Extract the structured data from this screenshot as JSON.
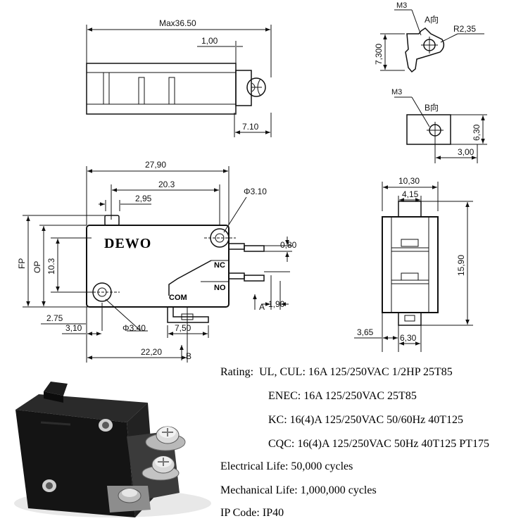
{
  "top_view": {
    "max_length": "Max36.50",
    "lever_offset": "1,00",
    "roller_width": "7.10"
  },
  "view_a": {
    "thread": "M3",
    "label": "A向",
    "radius": "R2,35",
    "height": "7,300"
  },
  "view_b": {
    "thread": "M3",
    "label": "B向",
    "height": "6,30",
    "offset": "3,00"
  },
  "side_view": {
    "brand": "DEWO",
    "overall_width": "27,90",
    "hole_span": "20.3",
    "plunger_offset": "2,95",
    "hole_top_dia": "Φ3.10",
    "terminal_thickness": "0,80",
    "terminal_gap": "1,90",
    "label_fp": "FP",
    "label_op": "OP",
    "height_left": "10.3",
    "offset_275": "2.75",
    "offset_310": "3,10",
    "hole_bottom_dia": "Φ3.40",
    "com_terminal_width": "7,50",
    "length_to_b": "22,20",
    "arrow_a": "A",
    "arrow_b": "B",
    "terminal_nc": "NC",
    "terminal_no": "NO",
    "terminal_com": "COM"
  },
  "end_view": {
    "width": "10,30",
    "plunger_width": "4,15",
    "height": "15,90",
    "bottom_offset": "3,65",
    "base_width": "6,30"
  },
  "specs": {
    "rating_label": "Rating:",
    "rating_value": "UL, CUL: 16A 125/250VAC 1/2HP 25T85",
    "enec": "ENEC:  16A 125/250VAC 25T85",
    "kc": "KC: 16(4)A 125/250VAC 50/60Hz 40T125",
    "cqc": "CQC: 16(4)A 125/250VAC 50Hz 40T125 PT175",
    "electrical_label": "Electrical Life:",
    "electrical_value": "50,000 cycles",
    "mechanical_label": "Mechanical Life:",
    "mechanical_value": "1,000,000 cycles",
    "ip_label": "IP Code:",
    "ip_value": "IP40"
  }
}
